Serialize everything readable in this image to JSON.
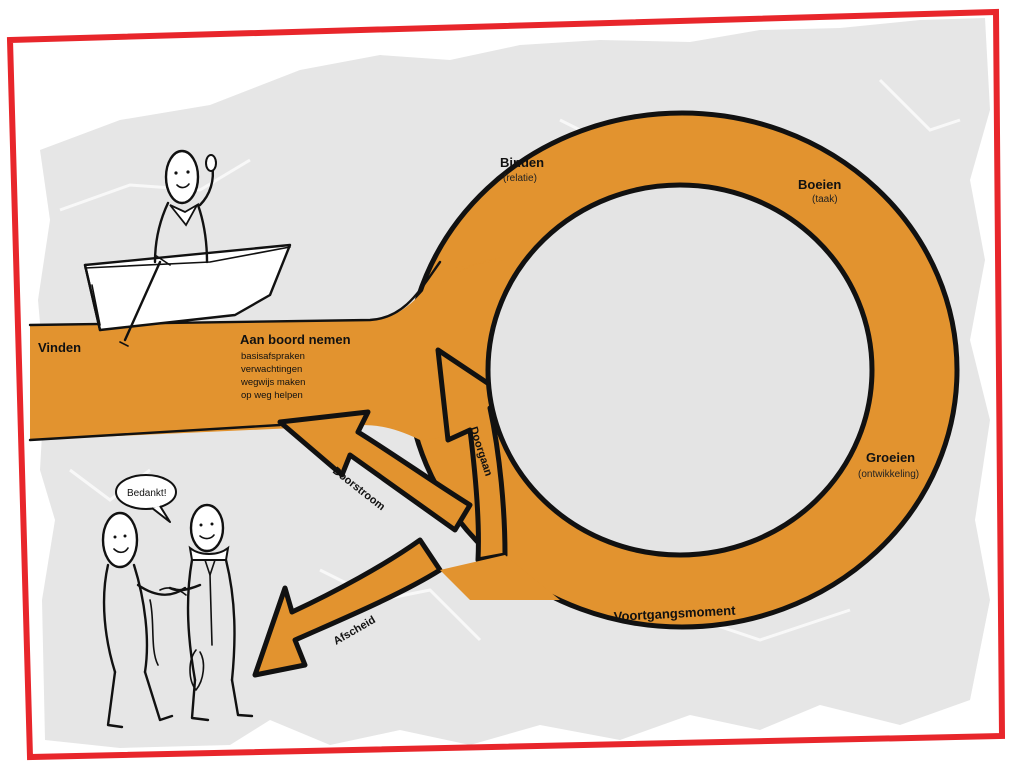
{
  "colors": {
    "frame": "#e8262b",
    "path": "#e2932f",
    "outline": "#111111",
    "map": "#e4e4e4"
  },
  "labels": {
    "vinden": "Vinden",
    "aan_boord": "Aan boord nemen",
    "aan_boord_items": [
      "basisafspraken",
      "verwachtingen",
      "wegwijs maken",
      "op weg helpen"
    ],
    "binden": "Binden",
    "binden_sub": "(relatie)",
    "boeien": "Boeien",
    "boeien_sub": "(taak)",
    "groeien": "Groeien",
    "groeien_sub": "(ontwikkeling)",
    "voortgang": "Voortgangsmoment",
    "doorgaan": "Doorgaan",
    "doorstroom": "Doorstroom",
    "afscheid": "Afscheid",
    "bedankt": "Bedankt!"
  },
  "icons": [
    "boat-icon",
    "rower-figure-icon",
    "leader-figure-icon",
    "scout-figure-icon",
    "speech-bubble-icon"
  ]
}
